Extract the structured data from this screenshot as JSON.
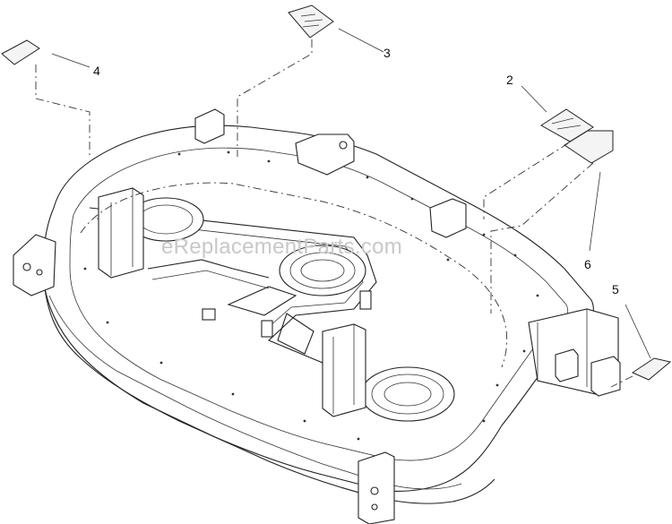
{
  "diagram": {
    "watermark": "eReplacementParts.com",
    "callouts": [
      {
        "id": "1",
        "label": "4"
      },
      {
        "id": "2",
        "label": "3"
      },
      {
        "id": "3",
        "label": "2"
      },
      {
        "id": "4",
        "label": "6"
      },
      {
        "id": "5",
        "label": "5"
      }
    ]
  }
}
